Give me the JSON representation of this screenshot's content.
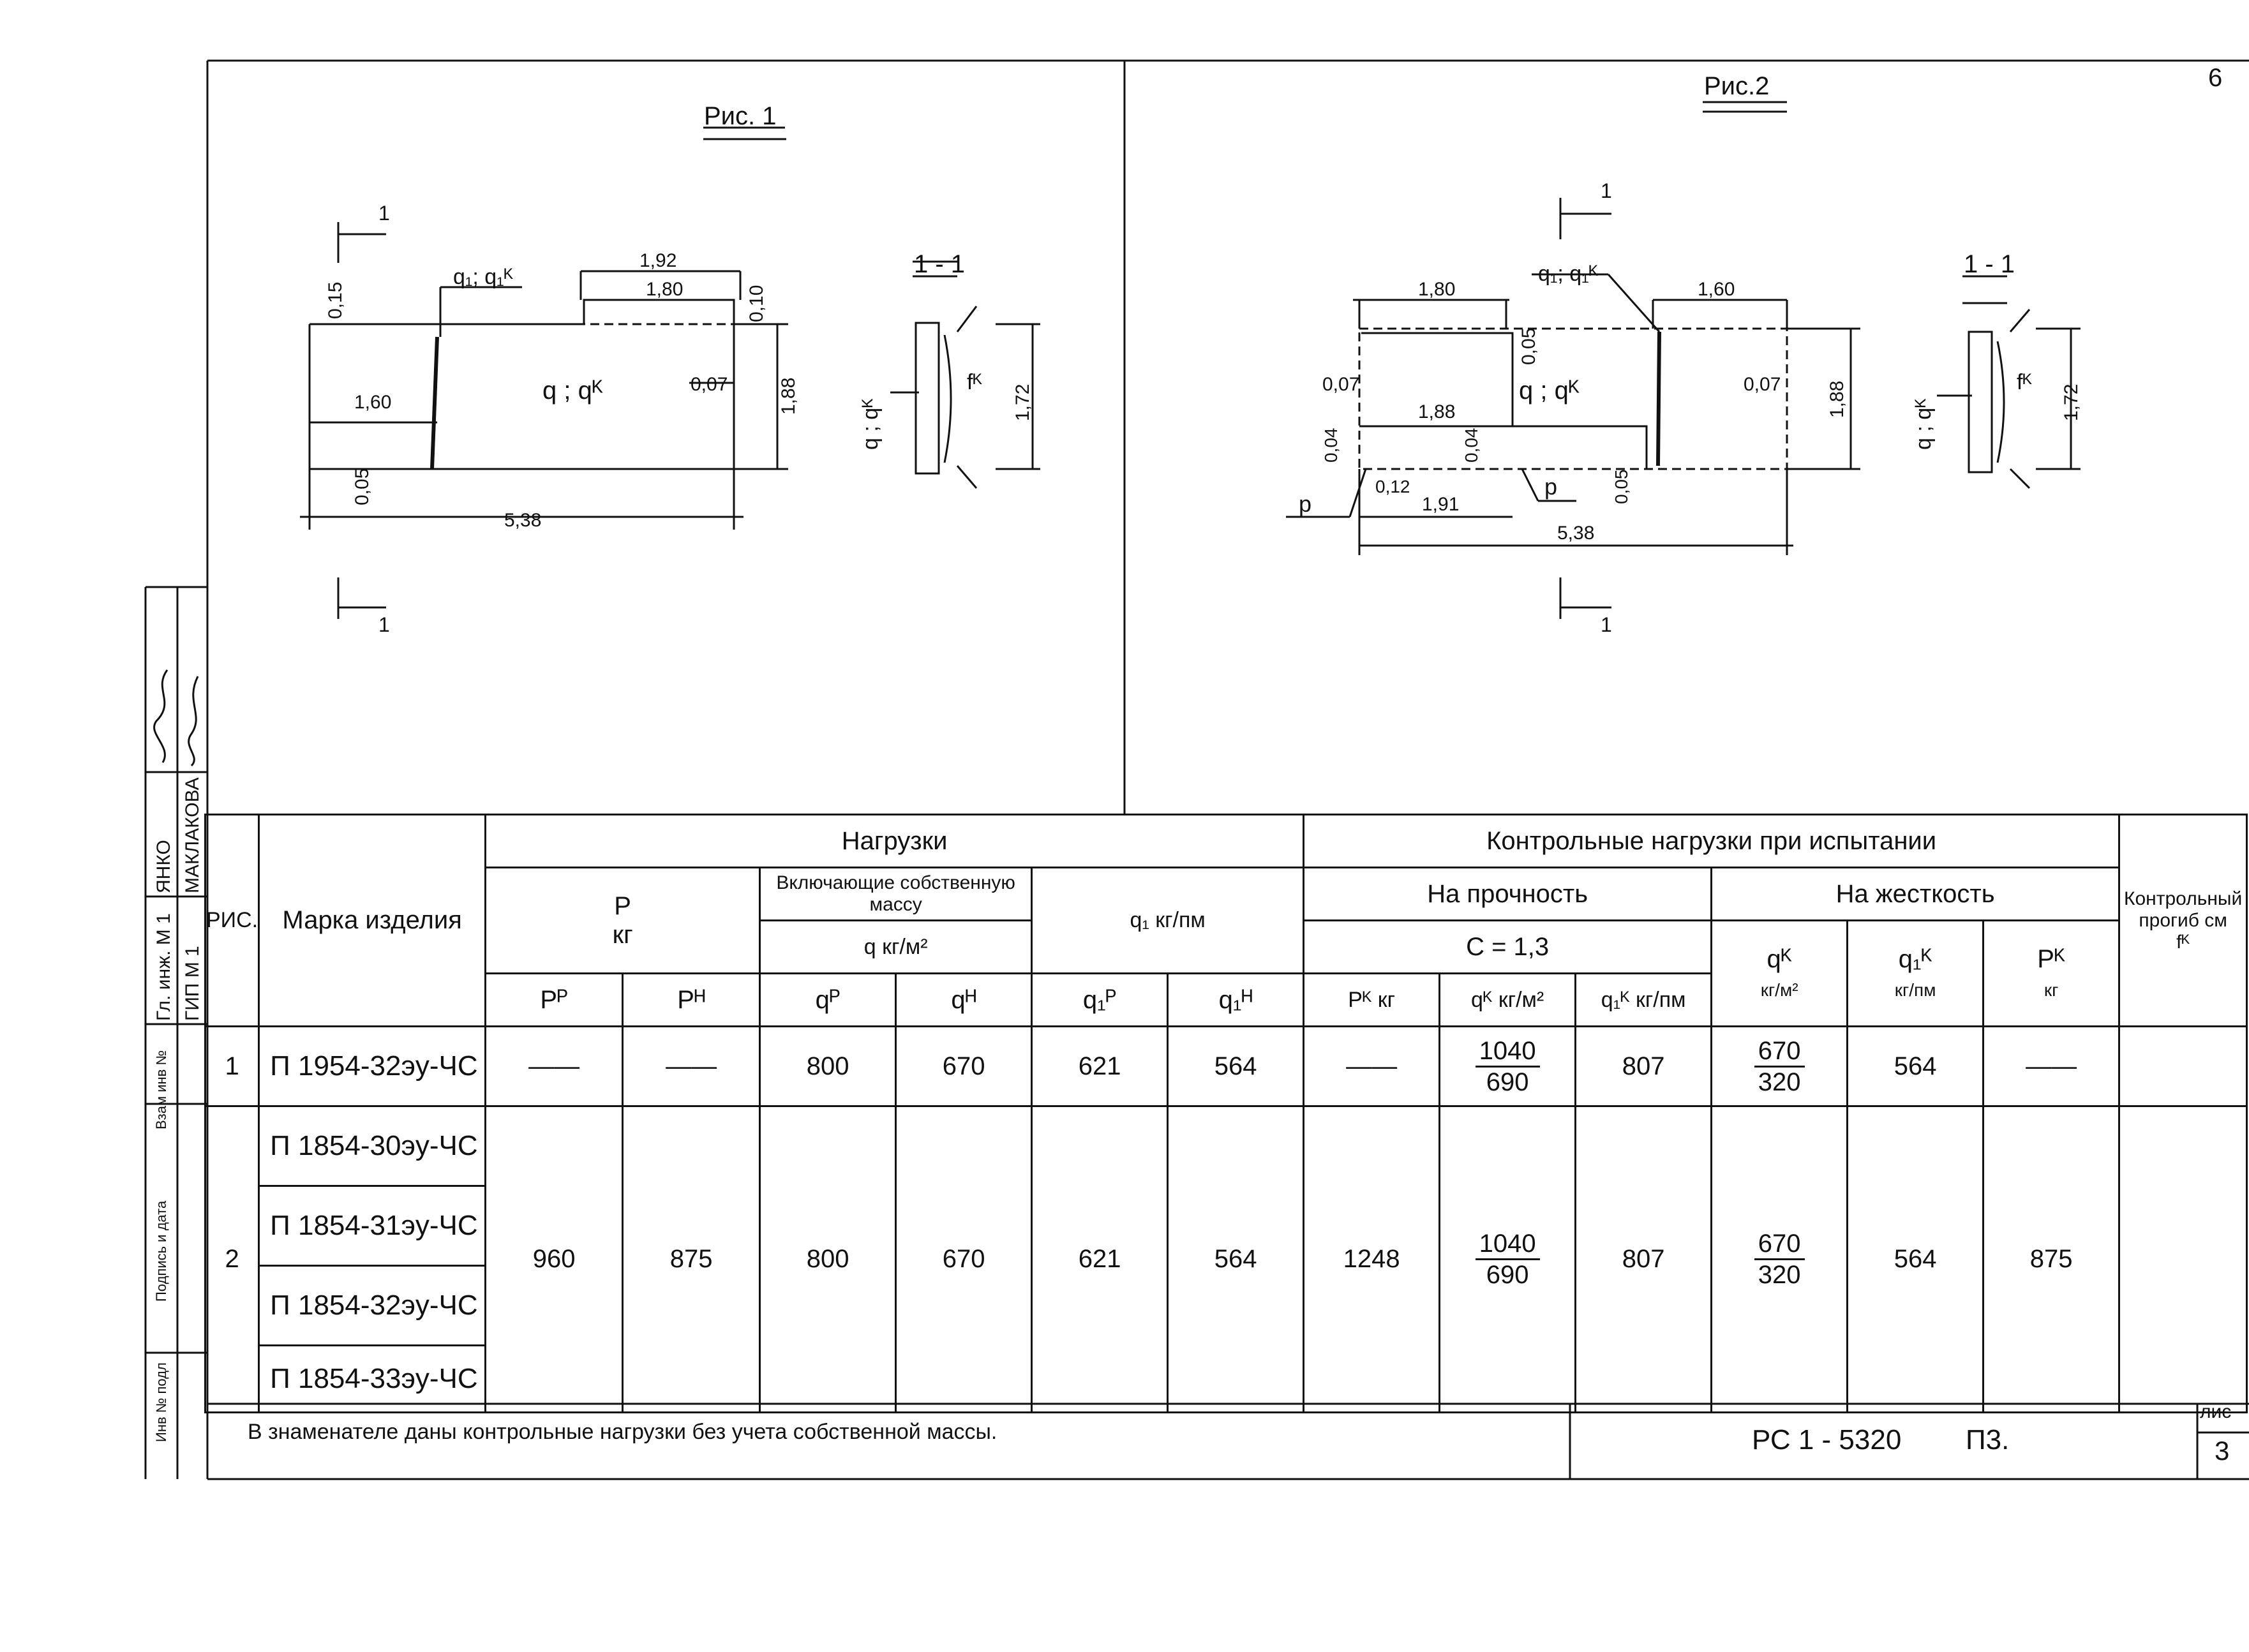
{
  "page_corner_mark": "6",
  "fig1": {
    "title": "Рис. 1",
    "section_title": "1 - 1",
    "section_marker": "1",
    "labels": {
      "q1qk": "q₁; q₁ᴷ",
      "qqk": "q ; qᴷ",
      "fk": "fᴷ",
      "qqk_section": "q ; qᴷ"
    },
    "dims": [
      "1,92",
      "1,80",
      "0,15",
      "0,10",
      "0,07",
      "1,88",
      "1,60",
      "0,05",
      "5,38",
      "1,72"
    ]
  },
  "fig2": {
    "title": "Рис.2",
    "section_title": "1 - 1",
    "section_marker": "1",
    "labels": {
      "q1qk": "q₁; q₁ᴷ",
      "qqk": "q ; qᴷ",
      "p_left": "p",
      "p_right": "p",
      "fk": "fᴷ",
      "qqk_section": "q ; qᴷ"
    },
    "dims": [
      "1,80",
      "1,60",
      "0,05",
      "0,07",
      "0,07",
      "1,88",
      "1,88",
      "0,04",
      "0,04",
      "0,12",
      "1,91",
      "0,05",
      "5,38",
      "1,72"
    ]
  },
  "stamp": {
    "roles": [
      "Гл. инж. М 1",
      "ГИП М 1"
    ],
    "names": [
      "ЯНКО",
      "МАКЛАКОВА"
    ],
    "fields": [
      "Взам инв №",
      "Подпись и дата",
      "Инв № подл"
    ]
  },
  "table": {
    "h_fig": "РИС.",
    "h_mark": "Марка изделия",
    "h_loads": "Нагрузки",
    "h_control": "Контрольные нагрузки при испытании",
    "h_deflection": "Контрольный прогиб см",
    "h_deflection_sym": "fᴷ",
    "h_p": "P",
    "h_p_unit": "кг",
    "h_incl": "Включающие собственную массу",
    "h_q": "q  кг/м²",
    "h_q1": "q₁ кг/пм",
    "h_strength": "На прочность",
    "h_c": "C = 1,3",
    "h_stiffness": "На жесткость",
    "h_qk": "qᴷ",
    "h_qk_unit": "кг/м²",
    "h_q1k": "q₁ᴷ",
    "h_q1k_unit": "кг/пм",
    "h_pk": "Pᴷ",
    "h_pk_unit": "кг",
    "sub": {
      "pp": "Pᴾ",
      "pn": "Pᴴ",
      "qp": "qᴾ",
      "qn": "qᴴ",
      "q1p": "q₁ᴾ",
      "q1n": "q₁ᴴ",
      "pk": "Pᴷ кг",
      "qk": "qᴷ кг/м²",
      "q1k": "q₁ᴷ кг/пм"
    },
    "row1": {
      "fig": "1",
      "mark": "П 1954-32эу-ЧС",
      "pp": "——",
      "pn": "——",
      "qp": "800",
      "qn": "670",
      "q1p": "621",
      "q1n": "564",
      "pk": "——",
      "qk_num": "1040",
      "qk_den": "690",
      "q1k": "807",
      "stf_qk_num": "670",
      "stf_qk_den": "320",
      "stf_q1k": "564",
      "stf_pk": "——"
    },
    "row2": {
      "fig": "2",
      "marks": [
        "П 1854-30эу-ЧС",
        "П 1854-31эу-ЧС",
        "П 1854-32эу-ЧС",
        "П 1854-33эу-ЧС"
      ],
      "pp": "960",
      "pn": "875",
      "qp": "800",
      "qn": "670",
      "q1p": "621",
      "q1n": "564",
      "pk": "1248",
      "qk_num": "1040",
      "qk_den": "690",
      "q1k": "807",
      "stf_qk_num": "670",
      "stf_qk_den": "320",
      "stf_q1k": "564",
      "stf_pk": "875"
    }
  },
  "footer": {
    "note": "В знаменателе даны контрольные нагрузки без учета собственной массы.",
    "doc_code": "РС 1 - 5320",
    "doc_suffix": "П3.",
    "sheet_label": "лис",
    "sheet_number": "3"
  }
}
